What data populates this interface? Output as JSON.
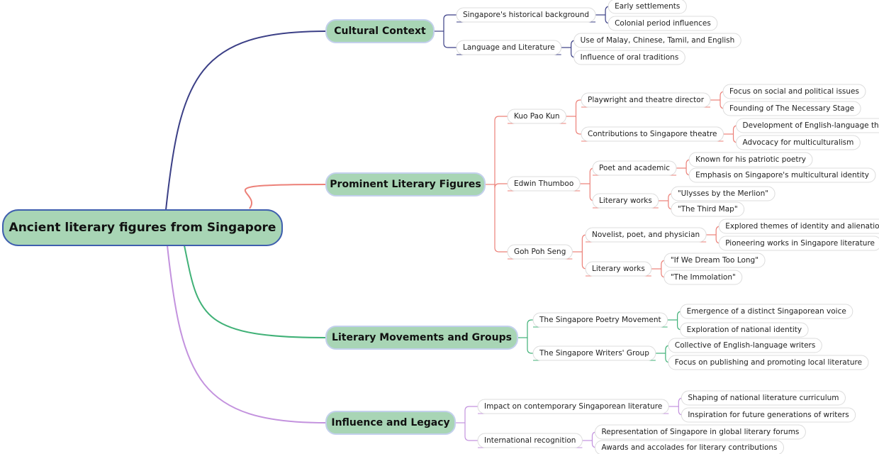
{
  "root": {
    "label": "Ancient literary figures from Singapore"
  },
  "colors": {
    "cultural": "#3b3f86",
    "figures": "#ec8078",
    "movements": "#40b177",
    "legacy": "#c392de",
    "node_fill": "#a8d5b5"
  },
  "branches": [
    {
      "label": "Cultural Context",
      "children": [
        {
          "label": "Singapore's historical background",
          "children": [
            {
              "label": "Early settlements"
            },
            {
              "label": "Colonial period influences"
            }
          ]
        },
        {
          "label": "Language and Literature",
          "children": [
            {
              "label": "Use of Malay, Chinese, Tamil, and English"
            },
            {
              "label": "Influence of oral traditions"
            }
          ]
        }
      ]
    },
    {
      "label": "Prominent Literary Figures",
      "children": [
        {
          "label": "Kuo Pao Kun",
          "children": [
            {
              "label": "Playwright and theatre director",
              "children": [
                {
                  "label": "Focus on social and political issues"
                },
                {
                  "label": "Founding of The Necessary Stage"
                }
              ]
            },
            {
              "label": "Contributions to Singapore theatre",
              "children": [
                {
                  "label": "Development of English-language theatre"
                },
                {
                  "label": "Advocacy for multiculturalism"
                }
              ]
            }
          ]
        },
        {
          "label": "Edwin Thumboo",
          "children": [
            {
              "label": "Poet and academic",
              "children": [
                {
                  "label": "Known for his patriotic poetry"
                },
                {
                  "label": "Emphasis on Singapore's multicultural identity"
                }
              ]
            },
            {
              "label": "Literary works",
              "children": [
                {
                  "label": "\"Ulysses by the Merlion\""
                },
                {
                  "label": "\"The Third Map\""
                }
              ]
            }
          ]
        },
        {
          "label": "Goh Poh Seng",
          "children": [
            {
              "label": "Novelist, poet, and physician",
              "children": [
                {
                  "label": "Explored themes of identity and alienation"
                },
                {
                  "label": "Pioneering works in Singapore literature"
                }
              ]
            },
            {
              "label": "Literary works",
              "children": [
                {
                  "label": "\"If We Dream Too Long\""
                },
                {
                  "label": "\"The Immolation\""
                }
              ]
            }
          ]
        }
      ]
    },
    {
      "label": "Literary Movements and Groups",
      "children": [
        {
          "label": "The Singapore Poetry Movement",
          "children": [
            {
              "label": "Emergence of a distinct Singaporean voice"
            },
            {
              "label": "Exploration of national identity"
            }
          ]
        },
        {
          "label": "The Singapore Writers' Group",
          "children": [
            {
              "label": "Collective of English-language writers"
            },
            {
              "label": "Focus on publishing and promoting local literature"
            }
          ]
        }
      ]
    },
    {
      "label": "Influence and Legacy",
      "children": [
        {
          "label": "Impact on contemporary Singaporean literature",
          "children": [
            {
              "label": "Shaping of national literature curriculum"
            },
            {
              "label": "Inspiration for future generations of writers"
            }
          ]
        },
        {
          "label": "International recognition",
          "children": [
            {
              "label": "Representation of Singapore in global literary forums"
            },
            {
              "label": "Awards and accolades for literary contributions"
            }
          ]
        }
      ]
    }
  ]
}
